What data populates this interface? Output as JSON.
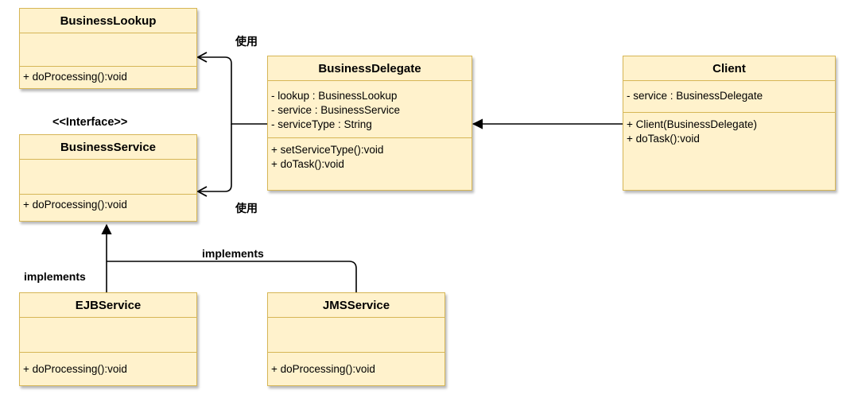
{
  "classes": {
    "business_lookup": {
      "name": "BusinessLookup",
      "attributes": [],
      "operations": [
        "+ doProcessing():void"
      ]
    },
    "business_service": {
      "stereotype": "<<Interface>>",
      "name": "BusinessService",
      "attributes": [],
      "operations": [
        "+ doProcessing():void"
      ]
    },
    "business_delegate": {
      "name": "BusinessDelegate",
      "attributes": [
        "- lookup : BusinessLookup",
        "- service : BusinessService",
        "- serviceType : String"
      ],
      "operations": [
        "+ setServiceType():void",
        "+ doTask():void"
      ]
    },
    "client": {
      "name": "Client",
      "attributes": [
        "- service : BusinessDelegate"
      ],
      "operations": [
        "+ Client(BusinessDelegate)",
        "+ doTask():void"
      ]
    },
    "ejb_service": {
      "name": "EJBService",
      "attributes": [],
      "operations": [
        "+ doProcessing():void"
      ]
    },
    "jms_service": {
      "name": "JMSService",
      "attributes": [],
      "operations": [
        "+ doProcessing():void"
      ]
    }
  },
  "edge_labels": {
    "uses_top": "使用",
    "uses_bottom": "使用",
    "implements_ejb": "implements",
    "implements_jms": "implements"
  },
  "colors": {
    "class_fill": "#fff2cc",
    "class_border": "#d6b656",
    "edge": "#000000"
  }
}
